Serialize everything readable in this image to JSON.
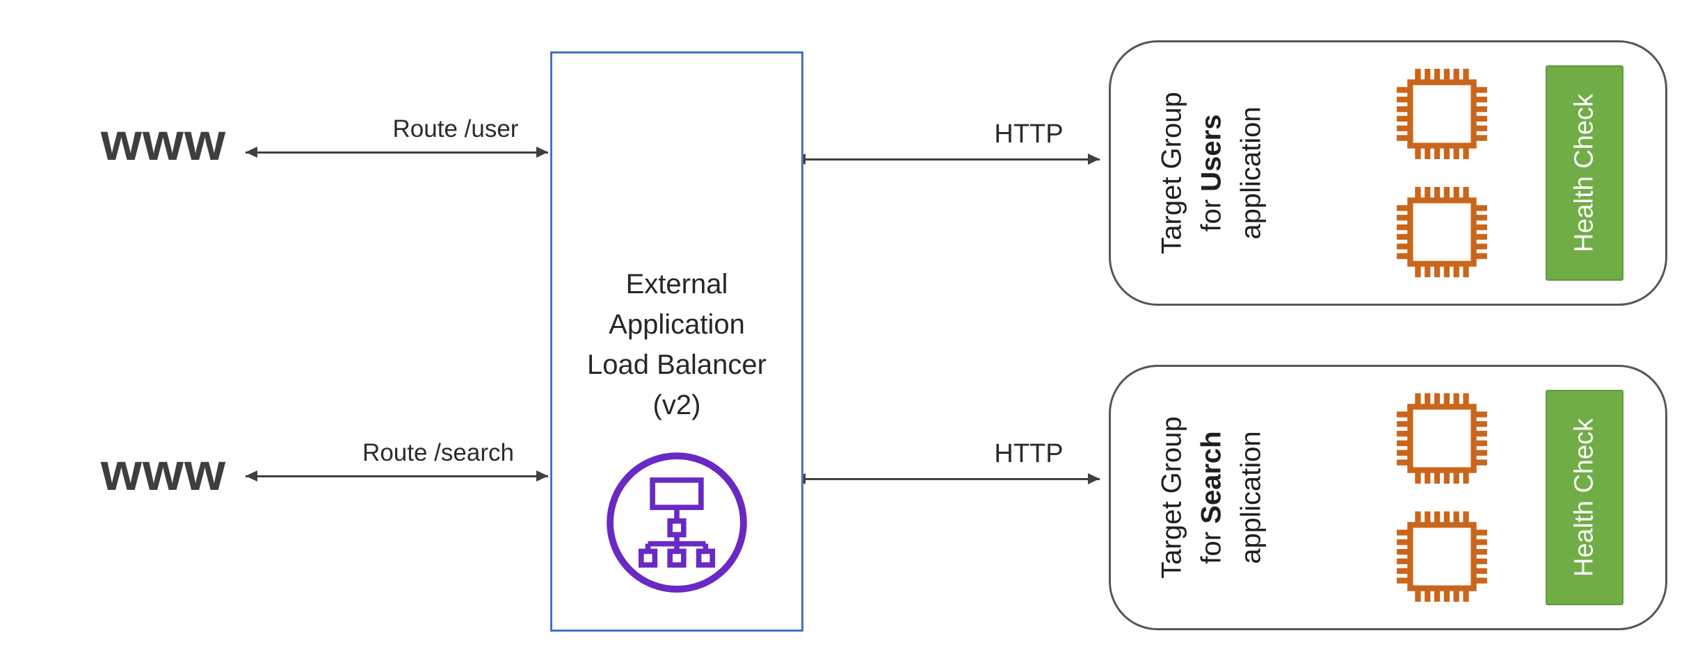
{
  "diagram": {
    "clients": [
      {
        "label": "www"
      },
      {
        "label": "www"
      }
    ],
    "route_labels": [
      "Route /user",
      "Route /search"
    ],
    "http_labels": [
      "HTTP",
      "HTTP"
    ],
    "load_balancer": {
      "title_line1": "External",
      "title_line2": "Application",
      "title_line3": "Load Balancer",
      "title_line4": "(v2)",
      "icon": "load-balancer-icon"
    },
    "target_groups": [
      {
        "label_line1": "Target Group",
        "label_line2_prefix": "for ",
        "label_line2_bold": "Users",
        "label_line3": "application",
        "instance_count": 2,
        "instance_icon": "ec2-instance-icon",
        "health_check_label": "Health Check"
      },
      {
        "label_line1": "Target Group",
        "label_line2_prefix": "for ",
        "label_line2_bold": "Search",
        "label_line3": "application",
        "instance_count": 2,
        "instance_icon": "ec2-instance-icon",
        "health_check_label": "Health Check"
      }
    ],
    "colors": {
      "load_balancer_border": "#4472C4",
      "load_balancer_icon": "#6929C4",
      "instance_icon": "#C9661C",
      "health_check_fill": "#70AD47",
      "arrow": "#3F3F3F",
      "text": "#2B2B2B"
    }
  }
}
